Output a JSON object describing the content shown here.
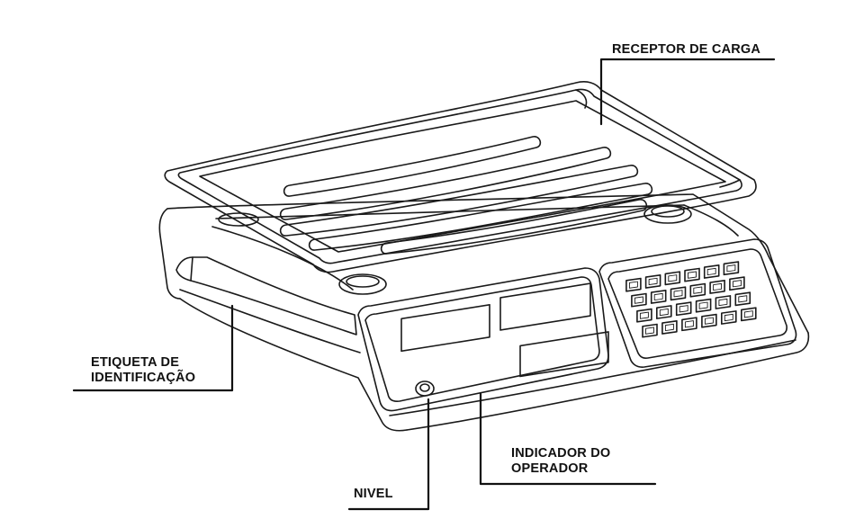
{
  "labels": {
    "receptor": {
      "line1": "RECEPTOR DE CARGA"
    },
    "etiqueta": {
      "line1": "ETIQUETA DE",
      "line2": "IDENTIFICAÇÃO"
    },
    "indicador": {
      "line1": "INDICADOR DO",
      "line2": "OPERADOR"
    },
    "nivel": {
      "line1": "NIVEL"
    }
  },
  "keypad": {
    "rows": 4,
    "cols": 6
  },
  "colors": {
    "ink": "#111111",
    "paper": "#ffffff"
  }
}
